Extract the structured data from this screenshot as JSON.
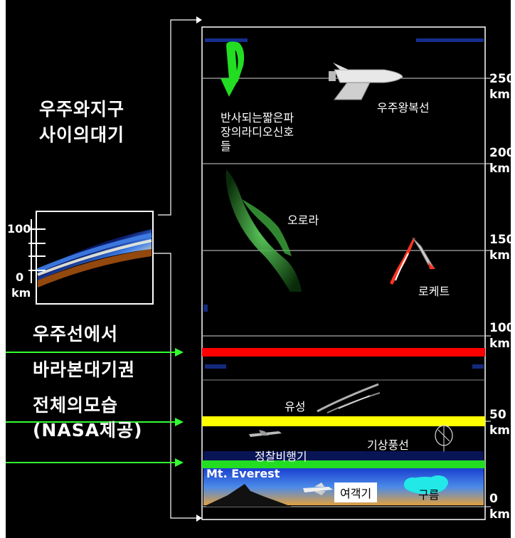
{
  "left_title": {
    "line1": "우주와지구",
    "line2": "사이의대기"
  },
  "inset": {
    "tick_100": "100",
    "tick_0": "0",
    "unit": "km"
  },
  "left_caption": {
    "line1": "우주선에서",
    "line2": "바라본대기권",
    "line3": "전체의모습",
    "line4": "(NASA제공)"
  },
  "altitude_labels": [
    {
      "value": "250",
      "unit": "km"
    },
    {
      "value": "200",
      "unit": "km"
    },
    {
      "value": "150",
      "unit": "km"
    },
    {
      "value": "100",
      "unit": "km"
    },
    {
      "value": "50",
      "unit": "km"
    },
    {
      "value": "0",
      "unit": "km"
    }
  ],
  "labels": {
    "radio": {
      "line1": "반사되는짧은파",
      "line2": "장의라디오신호",
      "line3": "들"
    },
    "shuttle": "우주왕복선",
    "aurora": "오로라",
    "rocket": "로케트",
    "meteor": "유성",
    "balloon": "기상풍선",
    "recon_plane": "정찰비행기",
    "everest": "Mt. Everest",
    "airliner": "여객기",
    "cloud": "구름"
  },
  "colors": {
    "background": "#000000",
    "band_red": "#ff0000",
    "band_yellow": "#ffff00",
    "band_green": "#22dd22",
    "arrow_green": "#33ff33",
    "cloud": "#22e8e8",
    "frame": "#ffffff"
  },
  "icons": [
    "down-arrow-icon",
    "space-shuttle-icon",
    "aurora-icon",
    "rocket-icon",
    "meteor-icon",
    "balloon-icon",
    "jet-icon",
    "airliner-icon",
    "mountain-icon",
    "cloud-icon"
  ]
}
